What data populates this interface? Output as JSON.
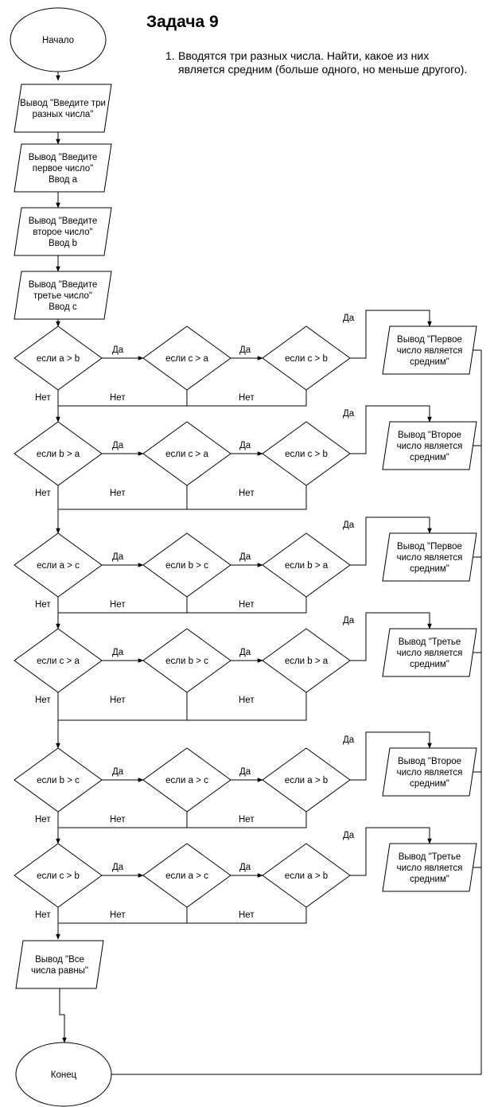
{
  "title": "Задача 9",
  "task": {
    "number": "1.",
    "text": "Вводятся три разных числа. Найти, какое из них является средним (больше одного, но меньше другого)."
  },
  "labels": {
    "yes": "Да",
    "no": "Нет"
  },
  "start": "Начало",
  "end": "Конец",
  "inputs": [
    [
      "Вывод \"Введите три",
      "разных числа\""
    ],
    [
      "Вывод \"Введите",
      "первое число\"",
      "Ввод a"
    ],
    [
      "Вывод \"Введите",
      "второе число\"",
      "Ввод b"
    ],
    [
      "Вывод \"Введите",
      "третье число\"",
      "Ввод c"
    ]
  ],
  "rows": [
    {
      "conditions": [
        "если a > b",
        "если c > a",
        "если c > b"
      ],
      "output": [
        "Вывод \"Первое",
        "число является",
        "средним\""
      ]
    },
    {
      "conditions": [
        "если b > a",
        "если c > a",
        "если c > b"
      ],
      "output": [
        "Вывод \"Второе",
        "число является",
        "средним\""
      ]
    },
    {
      "conditions": [
        "если a > c",
        "если b > c",
        "если b > a"
      ],
      "output": [
        "Вывод \"Первое",
        "число является",
        "средним\""
      ]
    },
    {
      "conditions": [
        "если c > a",
        "если b > c",
        "если b > a"
      ],
      "output": [
        "Вывод \"Третье",
        "число является",
        "средним\""
      ]
    },
    {
      "conditions": [
        "если b > c",
        "если a > c",
        "если a > b"
      ],
      "output": [
        "Вывод \"Второе",
        "число является",
        "средним\""
      ]
    },
    {
      "conditions": [
        "если c > b",
        "если a > c",
        "если a > b"
      ],
      "output": [
        "Вывод \"Третье",
        "число является",
        "средним\""
      ]
    }
  ],
  "final_output": [
    "Вывод \"Все",
    "числа равны\""
  ]
}
